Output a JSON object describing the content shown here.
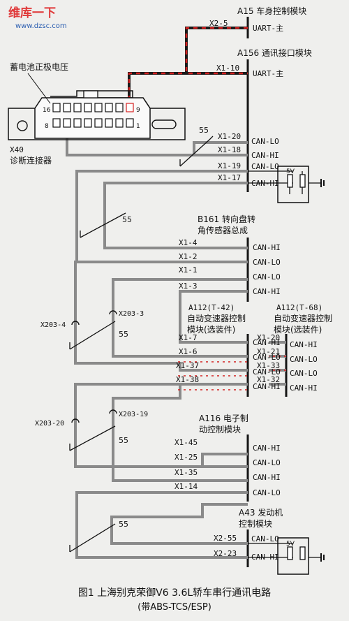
{
  "watermark": {
    "line1": "维库一下",
    "line2": "www.dzsc.com"
  },
  "caption": {
    "line1": "图1 上海别克荣御V6 3.6L轿车串行通讯电路",
    "line2": "(带ABS-TCS/ESP)"
  },
  "battery_label": "蓄电池正极电压",
  "diag": {
    "label1": "X40",
    "label2": "诊断连接器",
    "pin16": "16",
    "pin8": "8",
    "pin9": "9",
    "pin1": "1"
  },
  "shield_mark": "55",
  "resistor_voltage": "5V",
  "modules": {
    "a15": {
      "title": "A15 车身控制模块",
      "pins": [
        {
          "pin": "X2-5",
          "signal": "UART-主"
        }
      ]
    },
    "a156": {
      "title": "A156 通讯接口模块",
      "pins": [
        {
          "pin": "X1-10",
          "signal": "UART-主"
        },
        {
          "pin": "X1-20",
          "signal": "CAN-LO"
        },
        {
          "pin": "X1-18",
          "signal": "CAN-HI"
        },
        {
          "pin": "X1-19",
          "signal": "CAN-LO"
        },
        {
          "pin": "X1-17",
          "signal": "CAN-HI"
        }
      ]
    },
    "b161": {
      "title1": "B161 转向盘转",
      "title2": "角传感器总成",
      "pins": [
        {
          "pin": "X1-4",
          "signal": "CAN-HI"
        },
        {
          "pin": "X1-2",
          "signal": "CAN-LO"
        },
        {
          "pin": "X1-1",
          "signal": "CAN-LO"
        },
        {
          "pin": "X1-3",
          "signal": "CAN-HI"
        }
      ]
    },
    "a112_42": {
      "title1": "A112(T-42)",
      "title2": "自动变速器控制",
      "title3": "模块(选装件)",
      "pins": [
        {
          "pin": "X1-7",
          "signal": "CAN-HI"
        },
        {
          "pin": "X1-6",
          "signal": "CAN-LO"
        },
        {
          "pin": "X1-37",
          "signal": "CAN-LO"
        },
        {
          "pin": "X1-38",
          "signal": "CAN-HI"
        }
      ]
    },
    "a112_68": {
      "title1": "A112(T-68)",
      "title2": "自动变速器控制",
      "title3": "模块(选装件)",
      "pins": [
        {
          "pin": "X1-20",
          "signal": "CAN-HI"
        },
        {
          "pin": "X1-21",
          "signal": "CAN-LO"
        },
        {
          "pin": "X1-33",
          "signal": "CAN-LO"
        },
        {
          "pin": "X1-32",
          "signal": "CAN-HI"
        }
      ]
    },
    "a116": {
      "title1": "A116 电子制",
      "title2": "动控制模块",
      "pins": [
        {
          "pin": "X1-45",
          "signal": "CAN-HI"
        },
        {
          "pin": "X1-25",
          "signal": "CAN-LO"
        },
        {
          "pin": "X1-35",
          "signal": "CAN-HI"
        },
        {
          "pin": "X1-14",
          "signal": "CAN-LO"
        }
      ]
    },
    "a43": {
      "title1": "A43 发动机",
      "title2": "控制模块",
      "pins": [
        {
          "pin": "X2-55",
          "signal": "CAN-LO"
        },
        {
          "pin": "X2-23",
          "signal": "CAN-HI"
        }
      ]
    }
  },
  "connectors": {
    "x203_4": "X203-4",
    "x203_3": "X203-3",
    "x203_20": "X203-20",
    "x203_19": "X203-19"
  }
}
